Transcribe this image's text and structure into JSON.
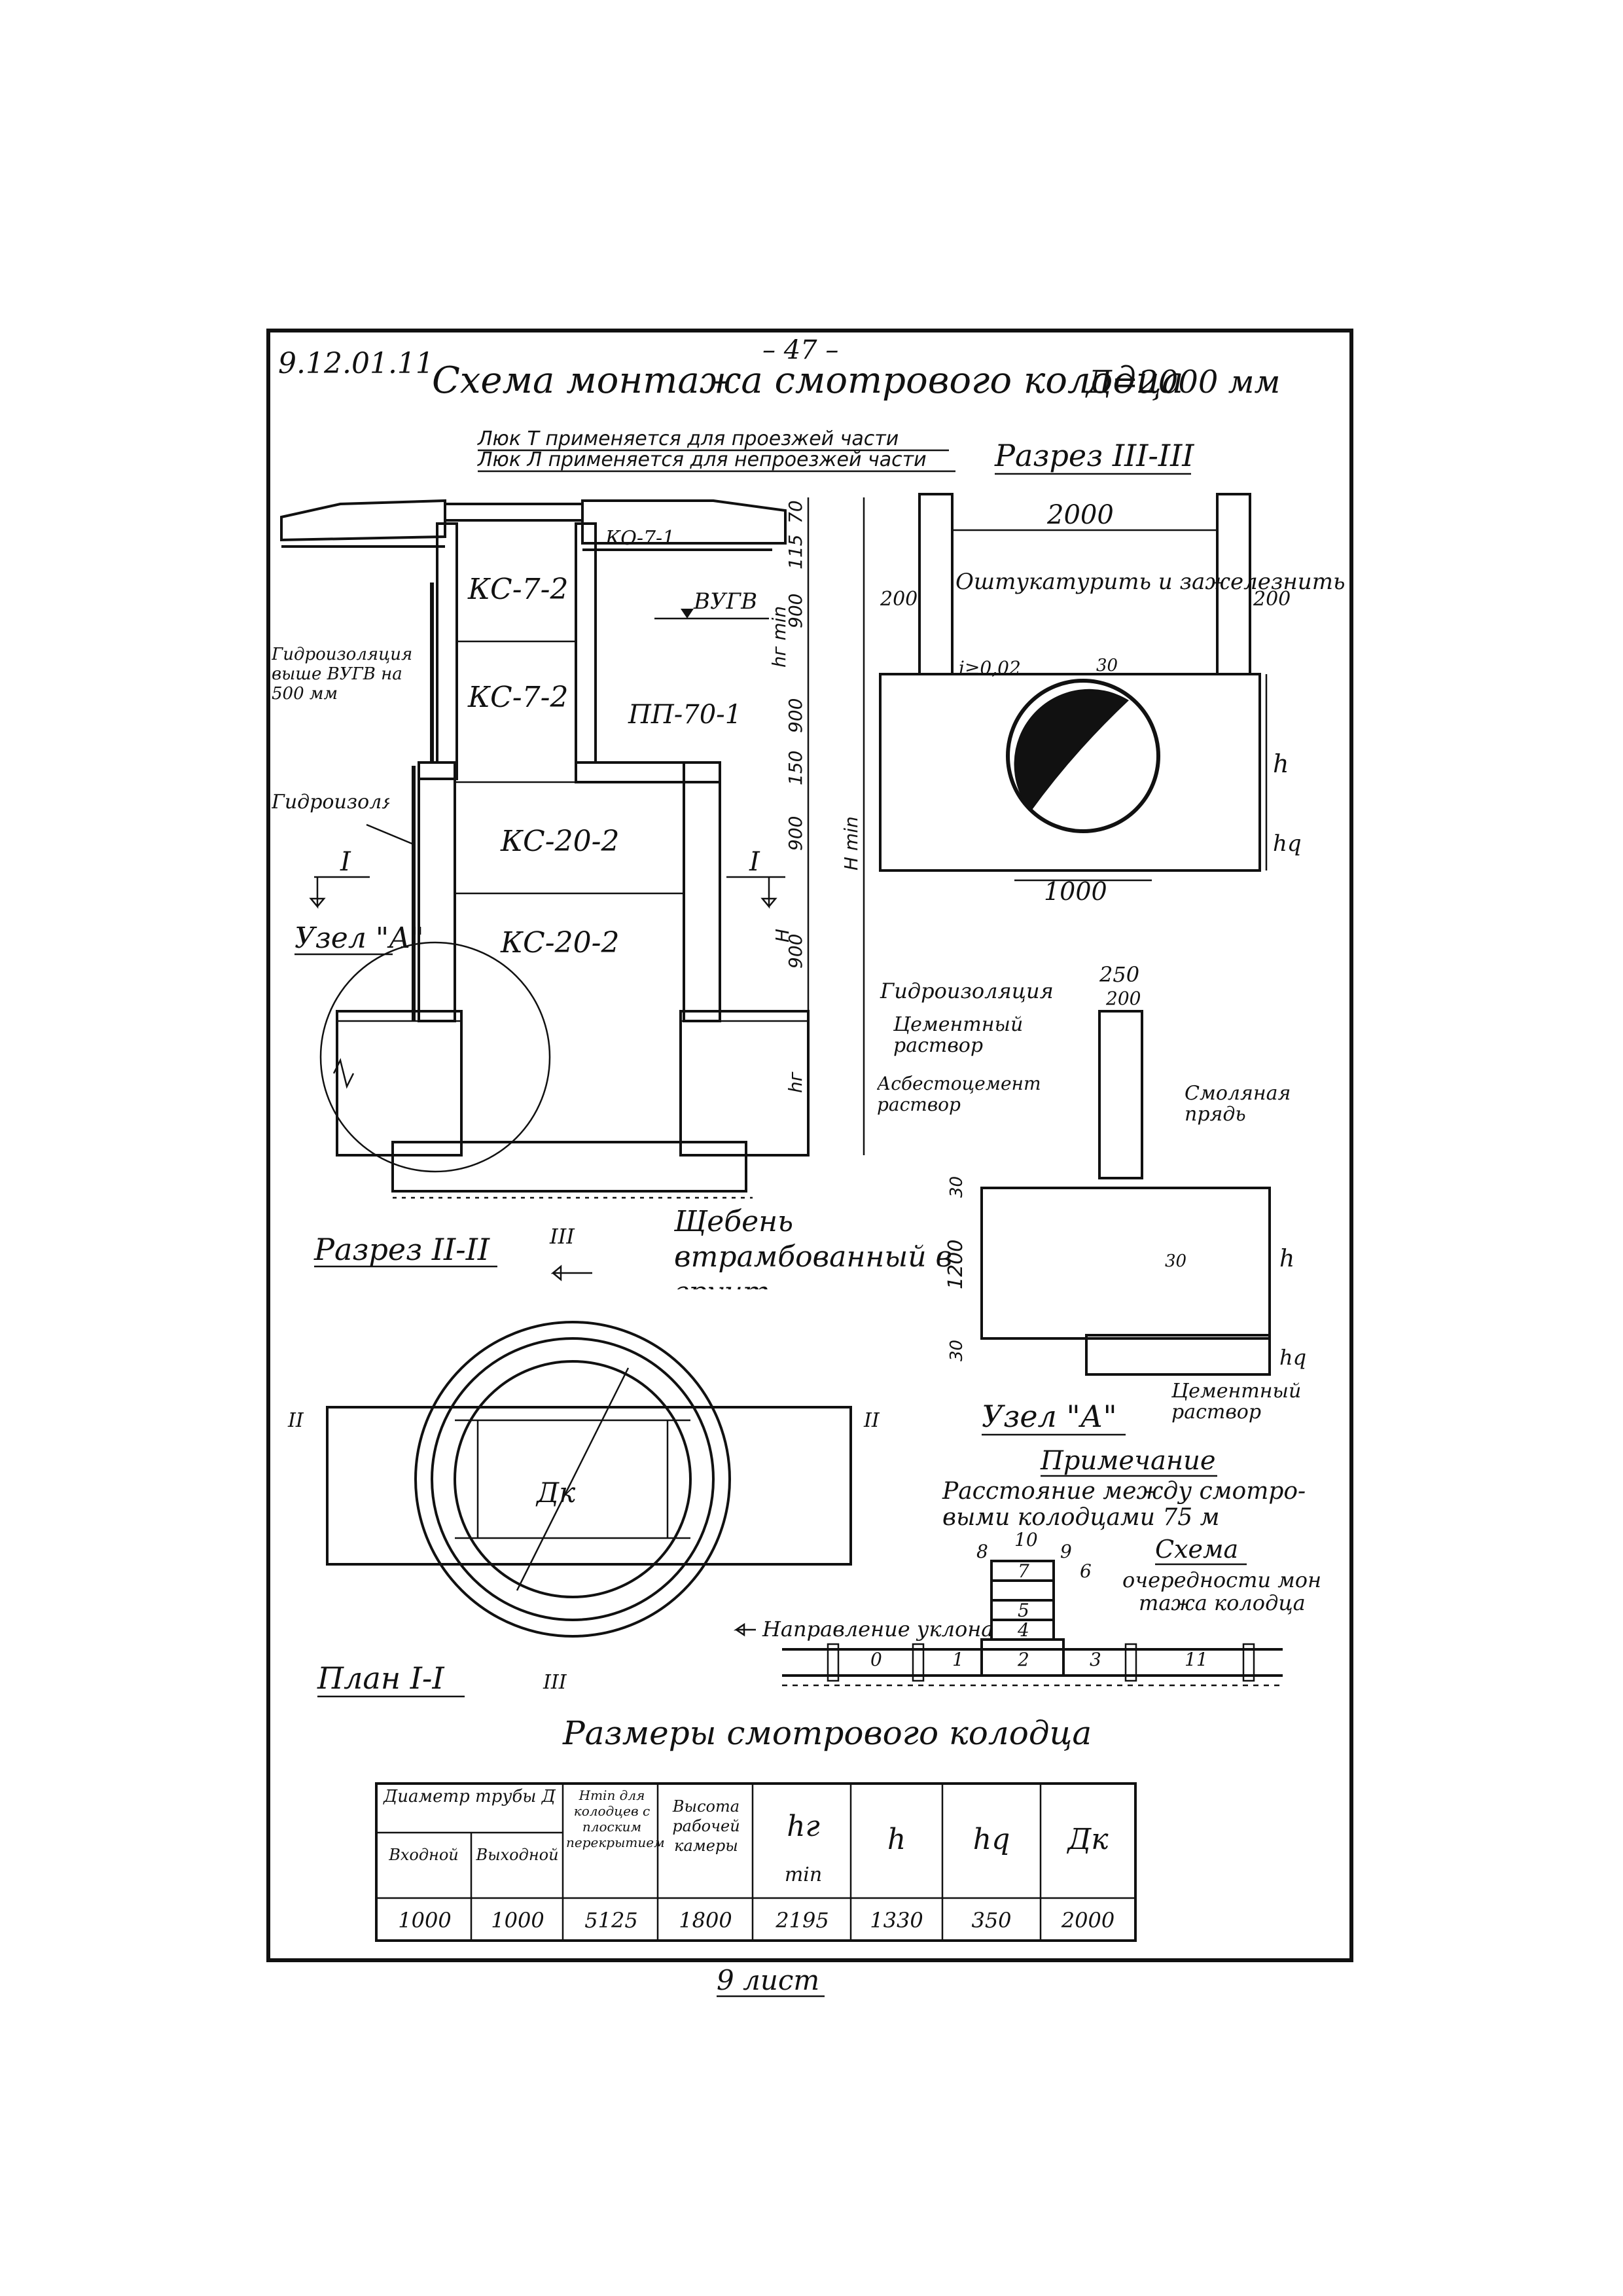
{
  "sheet": {
    "code": "9.12.01.11",
    "page_number": "– 47 –",
    "title": "Схема монтажа смотрового колодца",
    "diameter_label": "Д=2000 мм",
    "sheet_footer": "9 лист"
  },
  "hatch_notes": {
    "line1": "Люк Т применяется для проезжей части",
    "line2": "Люк Л применяется для непроезжей части"
  },
  "main_section": {
    "rings": [
      "КС-7-2",
      "КС-7-2",
      "КС-20-2",
      "КС-20-2"
    ],
    "plate": "ПП-70-1",
    "collar": "КО-7-1",
    "groundwater_label": "ВУГВ",
    "waterproof_upper": "Гидроизоляция выше ВУГВ на 500 мм",
    "waterproof_lower": "Гидроизоляция",
    "node_label": "Узел \"А\"",
    "gravel_label": "Щебень втрамбованный в грунт",
    "section_mark": "I",
    "dims": [
      "70",
      "115",
      "900",
      "900",
      "150",
      "900",
      "900"
    ],
    "dim_labels": [
      "hг min",
      "H min",
      "H",
      "hг"
    ]
  },
  "section_3": {
    "title": "Разрез III-III",
    "width": "2000",
    "wall_left": "200",
    "wall_right": "200",
    "plaster_note": "Оштукатурить и зажелезнить",
    "slope": "i≥0,02",
    "angle": "30",
    "bottom_width": "1000",
    "h": "h",
    "hq": "hq"
  },
  "section_2": {
    "title": "Разрез II-II",
    "mark": "III"
  },
  "plan": {
    "title": "План I-I",
    "dk": "Дк",
    "mark_left": "II",
    "mark_right": "II",
    "mark_bottom": "III"
  },
  "node_a": {
    "title": "Узел \"А\"",
    "waterproof": "Гидроизоляция",
    "cement_top": "Цементный раствор",
    "asbestos": "Асбестоцементный раствор",
    "resin": "Смоляная прядь",
    "cement_bottom": "Цементный раствор",
    "dim_250": "250",
    "dim_200": "200",
    "dim_30a": "30",
    "dim_30b": "30",
    "dim_30c": "30",
    "dim_1200": "1200",
    "h": "h",
    "hq": "hq"
  },
  "note": {
    "title": "Примечание",
    "text_line1": "Расстояние между смотро-",
    "text_line2": "выми колодцами 75 м"
  },
  "install_scheme": {
    "title": "Схема",
    "subtitle_line1": "очередности мон",
    "subtitle_line2": "тажа колодца",
    "slope_direction": "Направление уклона",
    "numbers": [
      "8",
      "10",
      "9",
      "7",
      "6",
      "5",
      "4",
      "0",
      "1",
      "2",
      "3",
      "11"
    ]
  },
  "dimensions_table": {
    "title": "Размеры смотрового колодца",
    "header_group": "Диаметр трубы Д",
    "col_in": "Входной",
    "col_out": "Выходной",
    "col_hmin": "Hmin для колодцев с плоским перекрытием",
    "col_chamber": "Высота рабочей камеры",
    "col_hr": "hг",
    "col_hr_sub": "min",
    "col_h": "h",
    "col_hq": "hq",
    "col_dk": "Дк",
    "row": [
      "1000",
      "1000",
      "5125",
      "1800",
      "2195",
      "1330",
      "350",
      "2000"
    ]
  }
}
